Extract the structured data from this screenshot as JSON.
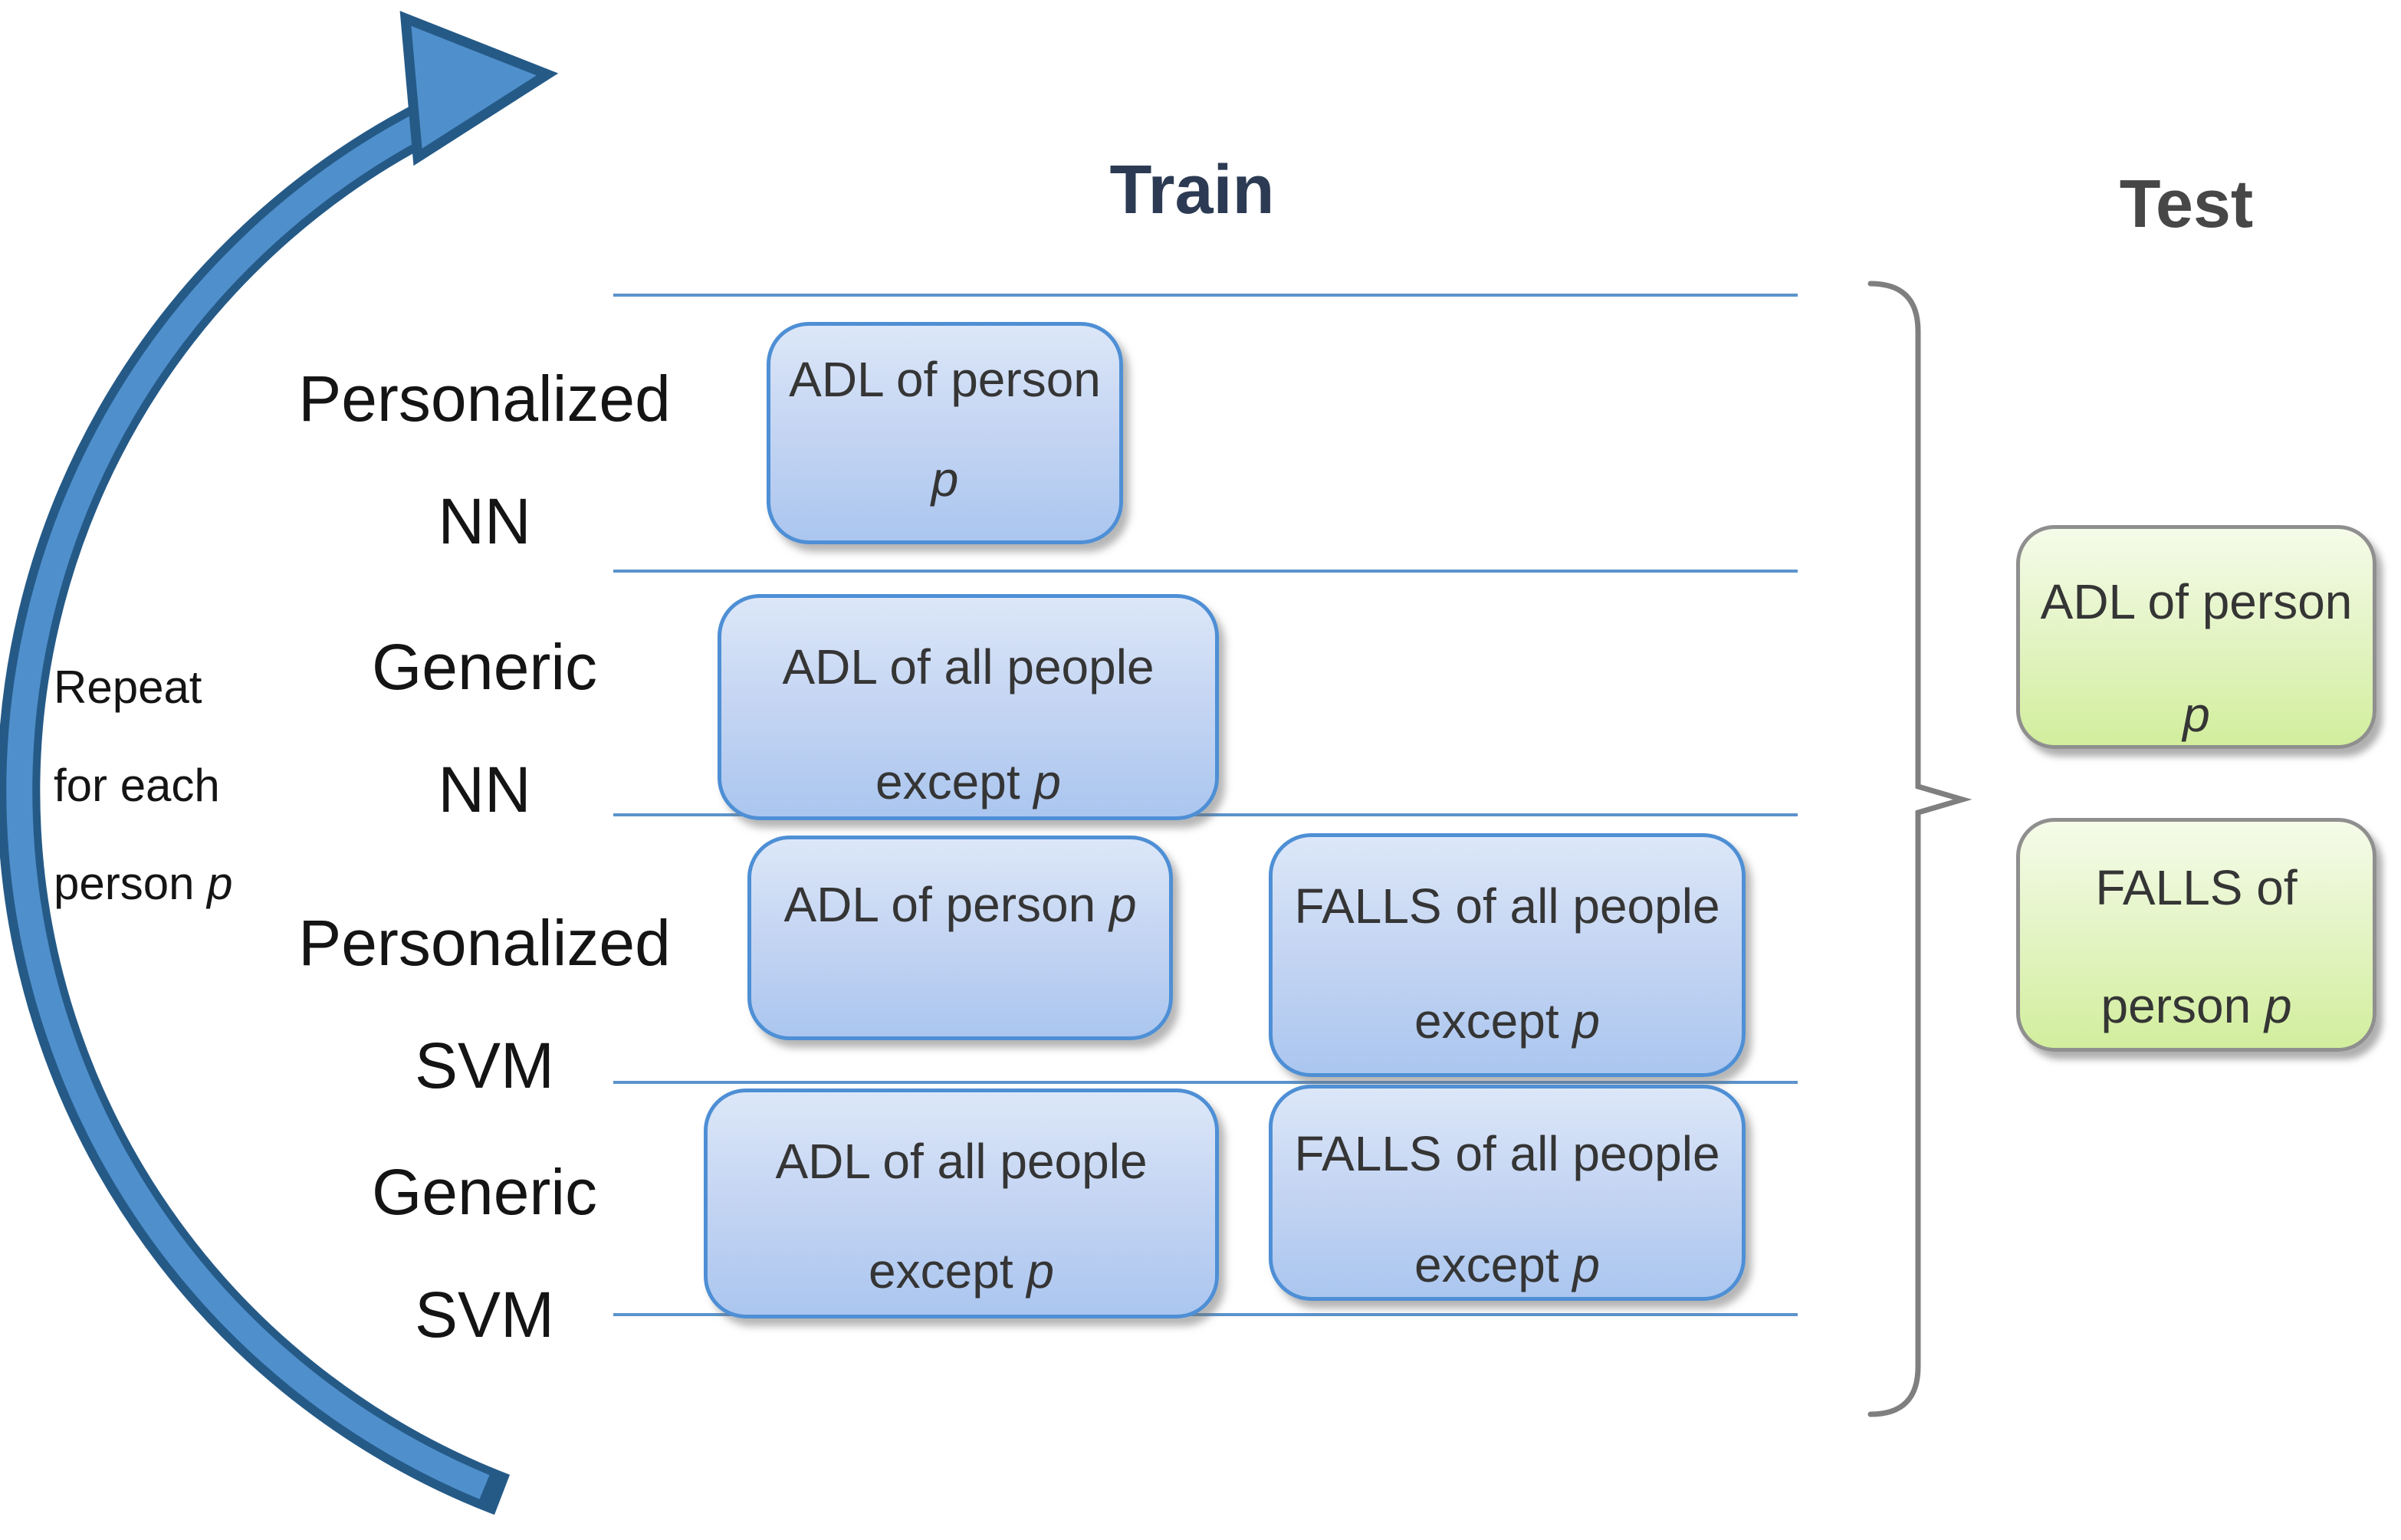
{
  "colors": {
    "train_title": "#2c3b53",
    "test_title": "#474747",
    "row_line": "#5b93cc",
    "blue_border": "#4e8fd5",
    "blue_top": "#dce7f8",
    "blue_bottom": "#abc6ef",
    "green_border": "#8f8f8f",
    "green_top": "#f5fbe9",
    "green_bottom": "#d2ee9d",
    "arrow_fill": "#4f8fcc",
    "arrow_outline": "#255a87",
    "bracket": "#7f7f7f",
    "label_text": "#141414",
    "box_text": "#353535"
  },
  "titles": {
    "train": "Train",
    "test": "Test"
  },
  "repeat_label": {
    "line1": "Repeat",
    "line2": "for each",
    "line3_text": "person ",
    "line3_italic": "p"
  },
  "row_labels": [
    {
      "line1": "Personalized",
      "line2": "NN"
    },
    {
      "line1": "Generic",
      "line2": "NN"
    },
    {
      "line1": "Personalized",
      "line2": "SVM"
    },
    {
      "line1": "Generic",
      "line2": "SVM"
    }
  ],
  "train_boxes": {
    "personalized_nn_adl": {
      "line1_text": "ADL of person",
      "line1_italic": "",
      "line2_text": "",
      "line2_italic": "p"
    },
    "generic_nn_adl": {
      "line1_text": "ADL of all people",
      "line1_italic": "",
      "line2_text": "except ",
      "line2_italic": "p"
    },
    "personalized_svm_adl": {
      "line1_text": "ADL of person ",
      "line1_italic": "p"
    },
    "personalized_svm_falls": {
      "line1_text": "FALLS of all people",
      "line1_italic": "",
      "line2_text": "except ",
      "line2_italic": "p"
    },
    "generic_svm_adl": {
      "line1_text": "ADL of all people",
      "line1_italic": "",
      "line2_text": "except ",
      "line2_italic": "p"
    },
    "generic_svm_falls": {
      "line1_text": "FALLS of all people",
      "line1_italic": "",
      "line2_text": "except ",
      "line2_italic": "p"
    }
  },
  "test_boxes": {
    "adl": {
      "line1_text": "ADL of person",
      "line1_italic": "",
      "line2_text": "",
      "line2_italic": "p"
    },
    "falls": {
      "line1_text": "FALLS of",
      "line1_italic": "",
      "line2_text": "person ",
      "line2_italic": "p"
    }
  }
}
